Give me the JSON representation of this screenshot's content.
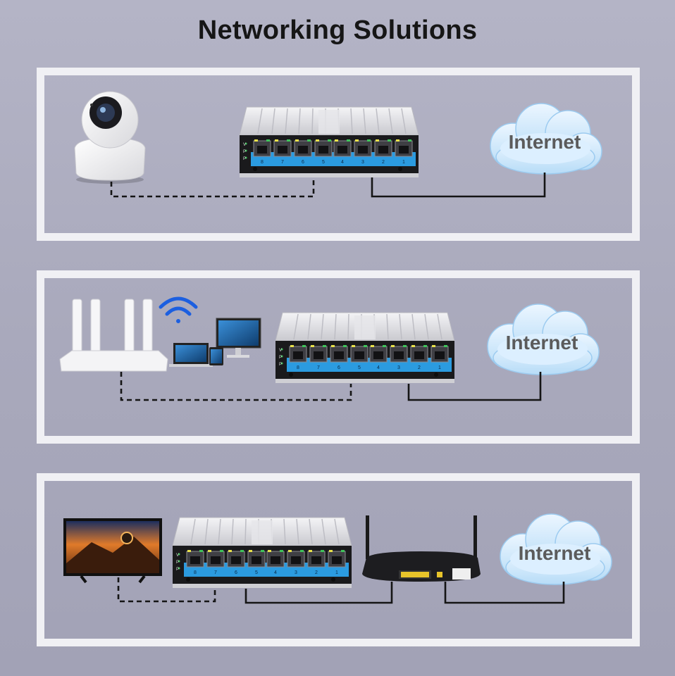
{
  "page": {
    "title": "Networking Solutions"
  },
  "scenarios": [
    {
      "cloud_label": "Internet",
      "device": "ip-camera"
    },
    {
      "cloud_label": "Internet",
      "device": "wifi-router-with-devices"
    },
    {
      "cloud_label": "Internet",
      "device": "tv",
      "gateway": "optical-modem-router"
    }
  ],
  "switch": {
    "port_numbers": [
      "8",
      "7",
      "6",
      "5",
      "4",
      "3",
      "2",
      "1"
    ],
    "led_labels": [
      "V",
      "P",
      "P"
    ]
  },
  "colors": {
    "background": "#aaaabd",
    "panel_border": "#f0f0f4",
    "cloud": "#cfe7fb",
    "port_strip": "#2b9be0"
  }
}
